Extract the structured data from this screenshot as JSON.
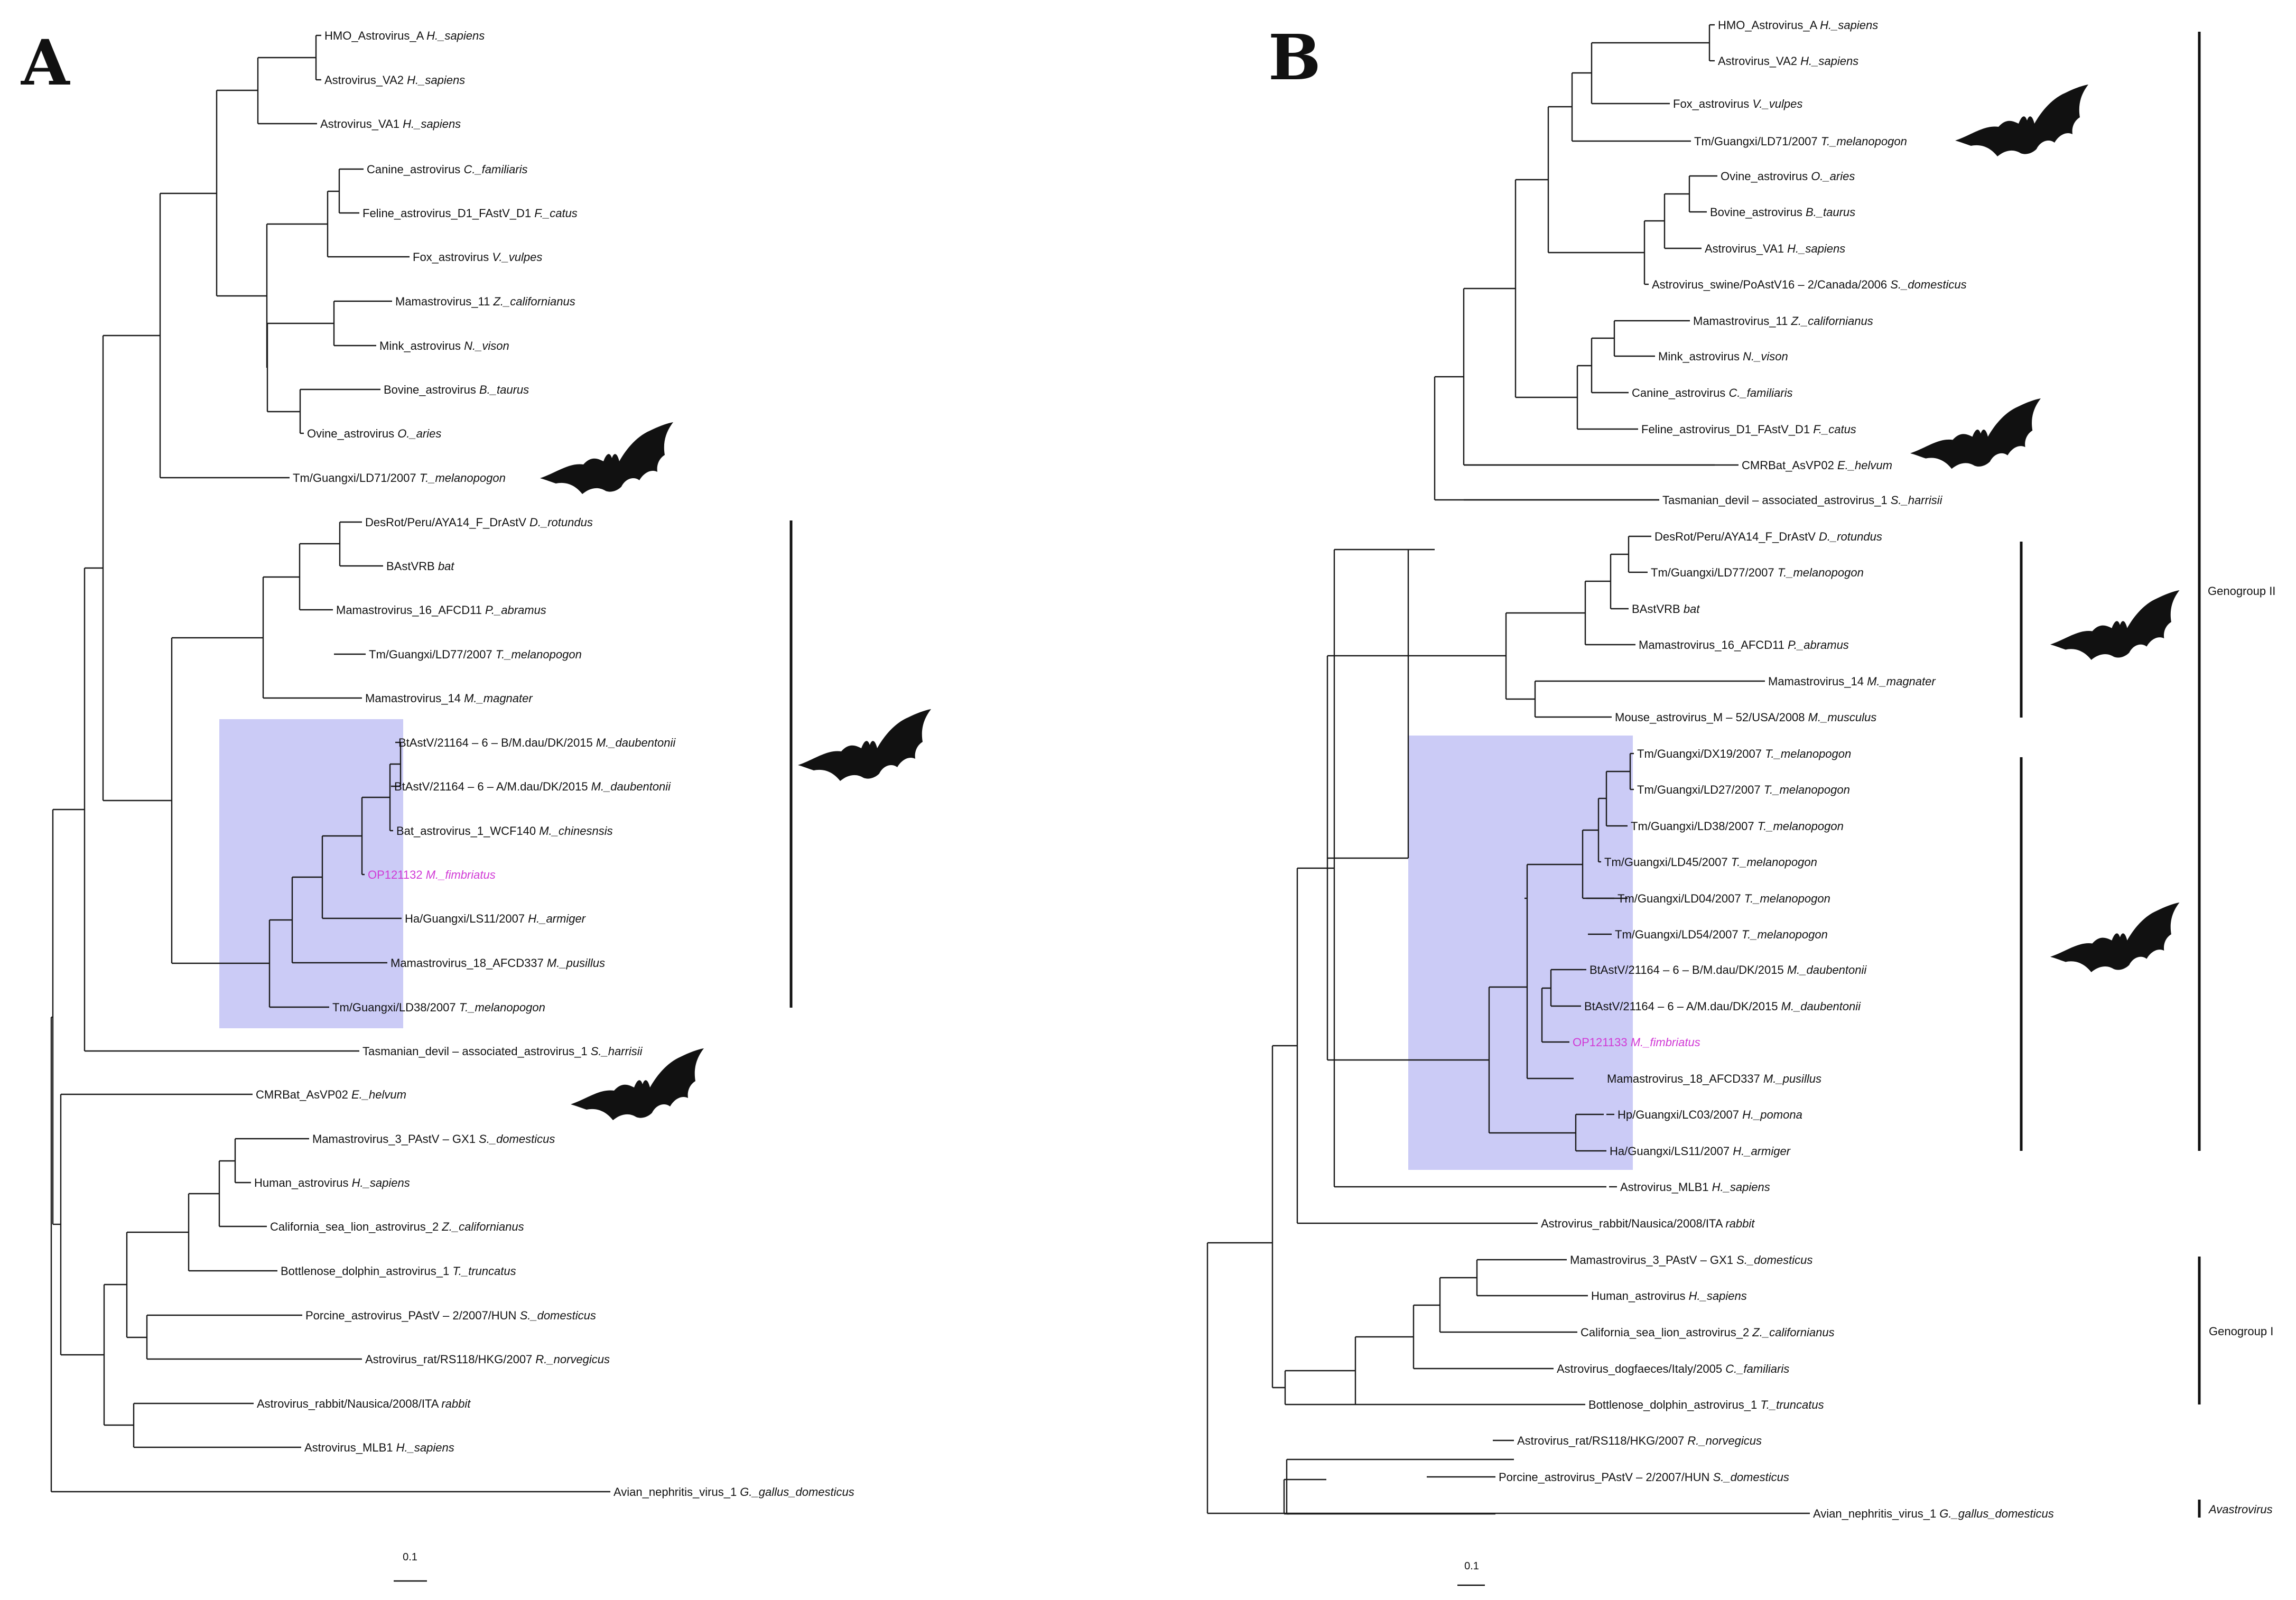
{
  "panels": [
    {
      "letter": "A",
      "leaves": [
        {
          "id": "a1",
          "name": "HMO_Astrovirus_A",
          "species": "H._sapiens"
        },
        {
          "id": "a2",
          "name": "Astrovirus_VA2",
          "species": "H._sapiens"
        },
        {
          "id": "a3",
          "name": "Astrovirus_VA1",
          "species": "H._sapiens"
        },
        {
          "id": "a4",
          "name": "Canine_astrovirus",
          "species": "C._familiaris"
        },
        {
          "id": "a5",
          "name": "Feline_astrovirus_D1_FAstV_D1",
          "species": "F._catus"
        },
        {
          "id": "a6",
          "name": "Fox_astrovirus",
          "species": "V._vulpes"
        },
        {
          "id": "a7",
          "name": "Mamastrovirus_11",
          "species": "Z._californianus"
        },
        {
          "id": "a8",
          "name": "Mink_astrovirus",
          "species": "N._vison"
        },
        {
          "id": "a9",
          "name": "Bovine_astrovirus",
          "species": "B._taurus"
        },
        {
          "id": "a10",
          "name": "Ovine_astrovirus",
          "species": "O._aries"
        },
        {
          "id": "a11",
          "name": "Tm/Guangxi/LD71/2007",
          "species": "T._melanopogon"
        },
        {
          "id": "a12",
          "name": "DesRot/Peru/AYA14_F_DrAstV",
          "species": "D._rotundus"
        },
        {
          "id": "a13",
          "name": "BAstVRB",
          "species": "bat"
        },
        {
          "id": "a14",
          "name": "Mamastrovirus_16_AFCD11",
          "species": "P._abramus"
        },
        {
          "id": "a15",
          "name": "Tm/Guangxi/LD77/2007",
          "species": "T._melanopogon"
        },
        {
          "id": "a16",
          "name": "Mamastrovirus_14",
          "species": "M._magnater"
        },
        {
          "id": "a17",
          "name": "BtAstV/21164 – 6 – B/M.dau/DK/2015",
          "species": "M._daubentonii"
        },
        {
          "id": "a18",
          "name": "BtAstV/21164 – 6 – A/M.dau/DK/2015",
          "species": "M._daubentonii"
        },
        {
          "id": "a19",
          "name": "Bat_astrovirus_1_WCF140",
          "species": "M._chinesnsis"
        },
        {
          "id": "a20",
          "name": "OP121132",
          "species": "M._fimbriatus",
          "highlight": true
        },
        {
          "id": "a21",
          "name": "Ha/Guangxi/LS11/2007",
          "species": "H._armiger"
        },
        {
          "id": "a22",
          "name": "Mamastrovirus_18_AFCD337",
          "species": "M._pusillus"
        },
        {
          "id": "a23",
          "name": "Tm/Guangxi/LD38/2007",
          "species": "T._melanopogon"
        },
        {
          "id": "a24",
          "name": "Tasmanian_devil – associated_astrovirus_1",
          "species": "S._harrisii"
        },
        {
          "id": "a25",
          "name": "CMRBat_AsVP02",
          "species": "E._helvum"
        },
        {
          "id": "a26",
          "name": "Mamastrovirus_3_PAstV – GX1",
          "species": "S._domesticus"
        },
        {
          "id": "a27",
          "name": "Human_astrovirus",
          "species": "H._sapiens"
        },
        {
          "id": "a28",
          "name": "California_sea_lion_astrovirus_2",
          "species": "Z._californianus"
        },
        {
          "id": "a29",
          "name": "Bottlenose_dolphin_astrovirus_1",
          "species": "T._truncatus"
        },
        {
          "id": "a30",
          "name": "Porcine_astrovirus_PAstV – 2/2007/HUN",
          "species": "S._domesticus"
        },
        {
          "id": "a31",
          "name": "Astrovirus_rat/RS118/HKG/2007",
          "species": "R._norvegicus"
        },
        {
          "id": "a32",
          "name": "Astrovirus_rabbit/Nausica/2008/ITA",
          "species": "rabbit"
        },
        {
          "id": "a33",
          "name": "Astrovirus_MLB1",
          "species": "H._sapiens"
        },
        {
          "id": "a34",
          "name": "Avian_nephritis_virus_1",
          "species": "G._gallus_domesticus"
        }
      ],
      "scale_label": "0.1",
      "groups": []
    },
    {
      "letter": "B",
      "leaves": [
        {
          "id": "b1",
          "name": "HMO_Astrovirus_A",
          "species": "H._sapiens"
        },
        {
          "id": "b2",
          "name": "Astrovirus_VA2",
          "species": "H._sapiens"
        },
        {
          "id": "b3",
          "name": "Fox_astrovirus",
          "species": "V._vulpes"
        },
        {
          "id": "b4",
          "name": "Tm/Guangxi/LD71/2007",
          "species": "T._melanopogon"
        },
        {
          "id": "b5",
          "name": "Ovine_astrovirus",
          "species": "O._aries"
        },
        {
          "id": "b6",
          "name": "Bovine_astrovirus",
          "species": "B._taurus"
        },
        {
          "id": "b7",
          "name": "Astrovirus_VA1",
          "species": "H._sapiens"
        },
        {
          "id": "b8",
          "name": "Astrovirus_swine/PoAstV16 – 2/Canada/2006",
          "species": "S._domesticus"
        },
        {
          "id": "b9",
          "name": "Mamastrovirus_11",
          "species": "Z._californianus"
        },
        {
          "id": "b10",
          "name": "Mink_astrovirus",
          "species": "N._vison"
        },
        {
          "id": "b11",
          "name": "Canine_astrovirus",
          "species": "C._familiaris"
        },
        {
          "id": "b12",
          "name": "Feline_astrovirus_D1_FAstV_D1",
          "species": "F._catus"
        },
        {
          "id": "b13",
          "name": "CMRBat_AsVP02",
          "species": "E._helvum"
        },
        {
          "id": "b14",
          "name": "Tasmanian_devil – associated_astrovirus_1",
          "species": "S._harrisii"
        },
        {
          "id": "b15",
          "name": "DesRot/Peru/AYA14_F_DrAstV",
          "species": "D._rotundus"
        },
        {
          "id": "b16",
          "name": "Tm/Guangxi/LD77/2007",
          "species": "T._melanopogon"
        },
        {
          "id": "b17",
          "name": "BAstVRB",
          "species": "bat"
        },
        {
          "id": "b18",
          "name": "Mamastrovirus_16_AFCD11",
          "species": "P._abramus"
        },
        {
          "id": "b19",
          "name": "Mamastrovirus_14",
          "species": "M._magnater"
        },
        {
          "id": "b20",
          "name": "Mouse_astrovirus_M – 52/USA/2008",
          "species": "M._musculus"
        },
        {
          "id": "b21",
          "name": "Tm/Guangxi/DX19/2007",
          "species": "T._melanopogon"
        },
        {
          "id": "b22",
          "name": "Tm/Guangxi/LD27/2007",
          "species": "T._melanopogon"
        },
        {
          "id": "b23",
          "name": "Tm/Guangxi/LD38/2007",
          "species": "T._melanopogon"
        },
        {
          "id": "b24",
          "name": "Tm/Guangxi/LD45/2007",
          "species": "T._melanopogon"
        },
        {
          "id": "b25",
          "name": "Tm/Guangxi/LD04/2007",
          "species": "T._melanopogon"
        },
        {
          "id": "b26",
          "name": "Tm/Guangxi/LD54/2007",
          "species": "T._melanopogon"
        },
        {
          "id": "b27",
          "name": "BtAstV/21164 – 6 – B/M.dau/DK/2015",
          "species": "M._daubentonii"
        },
        {
          "id": "b28",
          "name": "BtAstV/21164 – 6 – A/M.dau/DK/2015",
          "species": "M._daubentonii"
        },
        {
          "id": "b29",
          "name": "OP121133",
          "species": "M._fimbriatus",
          "highlight": true
        },
        {
          "id": "b30",
          "name": "Mamastrovirus_18_AFCD337",
          "species": "M._pusillus"
        },
        {
          "id": "b31",
          "name": "Hp/Guangxi/LC03/2007",
          "species": "H._pomona"
        },
        {
          "id": "b32",
          "name": "Ha/Guangxi/LS11/2007",
          "species": "H._armiger"
        },
        {
          "id": "b33",
          "name": "Astrovirus_MLB1",
          "species": "H._sapiens"
        },
        {
          "id": "b34",
          "name": "Astrovirus_rabbit/Nausica/2008/ITA",
          "species": "rabbit"
        },
        {
          "id": "b35",
          "name": "Mamastrovirus_3_PAstV – GX1",
          "species": "S._domesticus"
        },
        {
          "id": "b36",
          "name": "Human_astrovirus",
          "species": "H._sapiens"
        },
        {
          "id": "b37",
          "name": "California_sea_lion_astrovirus_2",
          "species": "Z._californianus"
        },
        {
          "id": "b38",
          "name": "Astrovirus_dogfaeces/Italy/2005",
          "species": "C._familiaris"
        },
        {
          "id": "b39",
          "name": "Bottlenose_dolphin_astrovirus_1",
          "species": "T._truncatus"
        },
        {
          "id": "b40",
          "name": "Astrovirus_rat/RS118/HKG/2007",
          "species": "R._norvegicus"
        },
        {
          "id": "b41",
          "name": "Porcine_astrovirus_PAstV – 2/2007/HUN",
          "species": "S._domesticus"
        },
        {
          "id": "b42",
          "name": "Avian_nephritis_virus_1",
          "species": "G._gallus_domesticus"
        }
      ],
      "scale_label": "0.1",
      "groups": [
        {
          "label": "Genogroup II",
          "italic": false
        },
        {
          "label": "Genogroup I",
          "italic": false
        },
        {
          "label": "Avastrovirus",
          "italic": true
        }
      ]
    }
  ],
  "colors": {
    "branch": "#1a1a1a",
    "highlight_box": "#b7b7f3",
    "highlight_label": "#d13ad6"
  },
  "icons": [
    "bat-silhouette-icon"
  ]
}
